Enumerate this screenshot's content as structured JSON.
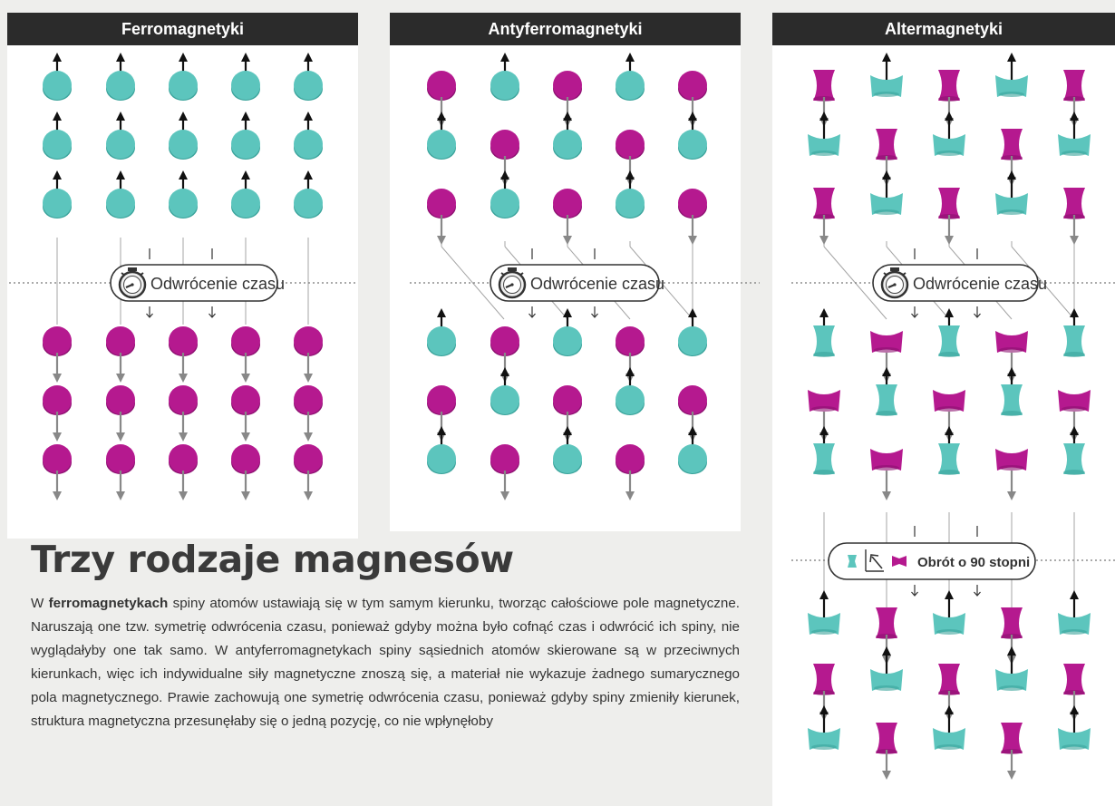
{
  "colors": {
    "teal": "#5cc5bd",
    "magenta": "#b5198f",
    "title_bg": "#2b2b2b",
    "panel_bg": "#ffffff",
    "page_bg": "#eeeeec",
    "arrow_gray": "#888888",
    "arrow_black": "#111111"
  },
  "panels": [
    {
      "title": "Ferromagnetyki",
      "operation_label": "Odwrócenie czasu",
      "operation_icon": "stopwatch-icon"
    },
    {
      "title": "Antyferromagnetyki",
      "operation_label": "Odwrócenie czasu",
      "operation_icon": "stopwatch-icon"
    },
    {
      "title": "Altermagnetyki",
      "operation_label": "Odwrócenie czasu",
      "operation_icon": "stopwatch-icon",
      "second_operation_label": "Obrót o 90 stopni",
      "second_operation_icon": "rotate-90-icon"
    }
  ],
  "heading": "Trzy rodzaje magnesów",
  "body": {
    "bold_term": "ferromagnetykach",
    "text_before": "W ",
    "text_after": " spiny atomów ustawiają się w tym samym kierunku, tworząc całościowe pole magnetyczne. Naruszają one tzw. symetrię odwrócenia czasu, ponieważ gdyby można było cofnąć czas i odwrócić ich spiny, nie wyglądałyby one tak samo. W antyferromagnetykach spiny sąsiednich atomów skierowane są w przeciwnych kierunkach, więc ich indywidualne siły magnetyczne znoszą się, a materiał nie wykazuje żadnego sumarycznego pola magnetycznego. Prawie zachowują one symetrię odwrócenia czasu, ponieważ gdyby spiny zmieniły kierunek, struktura magnetyczna przesunęłaby się o jedną pozycję, co nie wpłynęłoby"
  },
  "lattices": {
    "ferro": {
      "before": [
        [
          "tu",
          "tu",
          "tu",
          "tu",
          "tu"
        ],
        [
          "tu",
          "tu",
          "tu",
          "tu",
          "tu"
        ],
        [
          "tu",
          "tu",
          "tu",
          "tu",
          "tu"
        ]
      ],
      "after": [
        [
          "md",
          "md",
          "md",
          "md",
          "md"
        ],
        [
          "md",
          "md",
          "md",
          "md",
          "md"
        ],
        [
          "md",
          "md",
          "md",
          "md",
          "md"
        ]
      ]
    },
    "antiferro": {
      "before": [
        [
          "md",
          "tu",
          "md",
          "tu",
          "md"
        ],
        [
          "tu",
          "md",
          "tu",
          "md",
          "tu"
        ],
        [
          "md",
          "tu",
          "md",
          "tu",
          "md"
        ]
      ],
      "after": [
        [
          "tu",
          "md",
          "tu",
          "md",
          "tu"
        ],
        [
          "md",
          "tu",
          "md",
          "tu",
          "md"
        ],
        [
          "tu",
          "md",
          "tu",
          "md",
          "tu"
        ]
      ]
    },
    "alter": {
      "before": [
        [
          "mvd",
          "thu",
          "mvd",
          "thu",
          "mvd"
        ],
        [
          "thu",
          "mvd",
          "thu",
          "mvd",
          "thu"
        ],
        [
          "mvd",
          "thu",
          "mvd",
          "thu",
          "mvd"
        ]
      ],
      "middle": [
        [
          "tvu",
          "mhd",
          "tvu",
          "mhd",
          "tvu"
        ],
        [
          "mhd",
          "tvu",
          "mhd",
          "tvu",
          "mhd"
        ],
        [
          "tvu",
          "mhd",
          "tvu",
          "mhd",
          "tvu"
        ]
      ],
      "after": [
        [
          "thu",
          "mvd",
          "thu",
          "mvd",
          "thu"
        ],
        [
          "mvd",
          "thu",
          "mvd",
          "thu",
          "mvd"
        ],
        [
          "thu",
          "mvd",
          "thu",
          "mvd",
          "thu"
        ]
      ]
    }
  }
}
